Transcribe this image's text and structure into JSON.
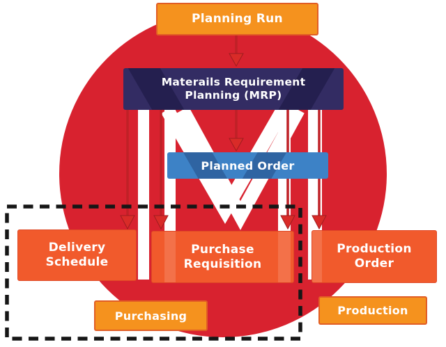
{
  "diagram": {
    "nodes": {
      "planning_run": {
        "label": "Planning Run"
      },
      "mrp": {
        "label": "Materails Requirement\nPlanning (MRP)"
      },
      "planned_order": {
        "label": "Planned Order"
      },
      "delivery_schedule": {
        "label": "Delivery\nSchedule"
      },
      "purchase_requisition": {
        "label": "Purchase\nRequisition"
      },
      "production_order": {
        "label": "Production\nOrder"
      },
      "purchasing": {
        "label": "Purchasing"
      },
      "production": {
        "label": "Production"
      }
    },
    "colors": {
      "background": "#ffffff",
      "circle_red": "#d8222f",
      "arrow_red": "#bf2127",
      "arrowhead_red": "#d92b28",
      "box_amber": "#f5921e",
      "box_vermilion": "#f15a2c",
      "box_navy": "#332c63",
      "box_blue": "#3d82c6",
      "watermark_white": "#ffffff",
      "dashed_border_black": "#161616"
    }
  }
}
